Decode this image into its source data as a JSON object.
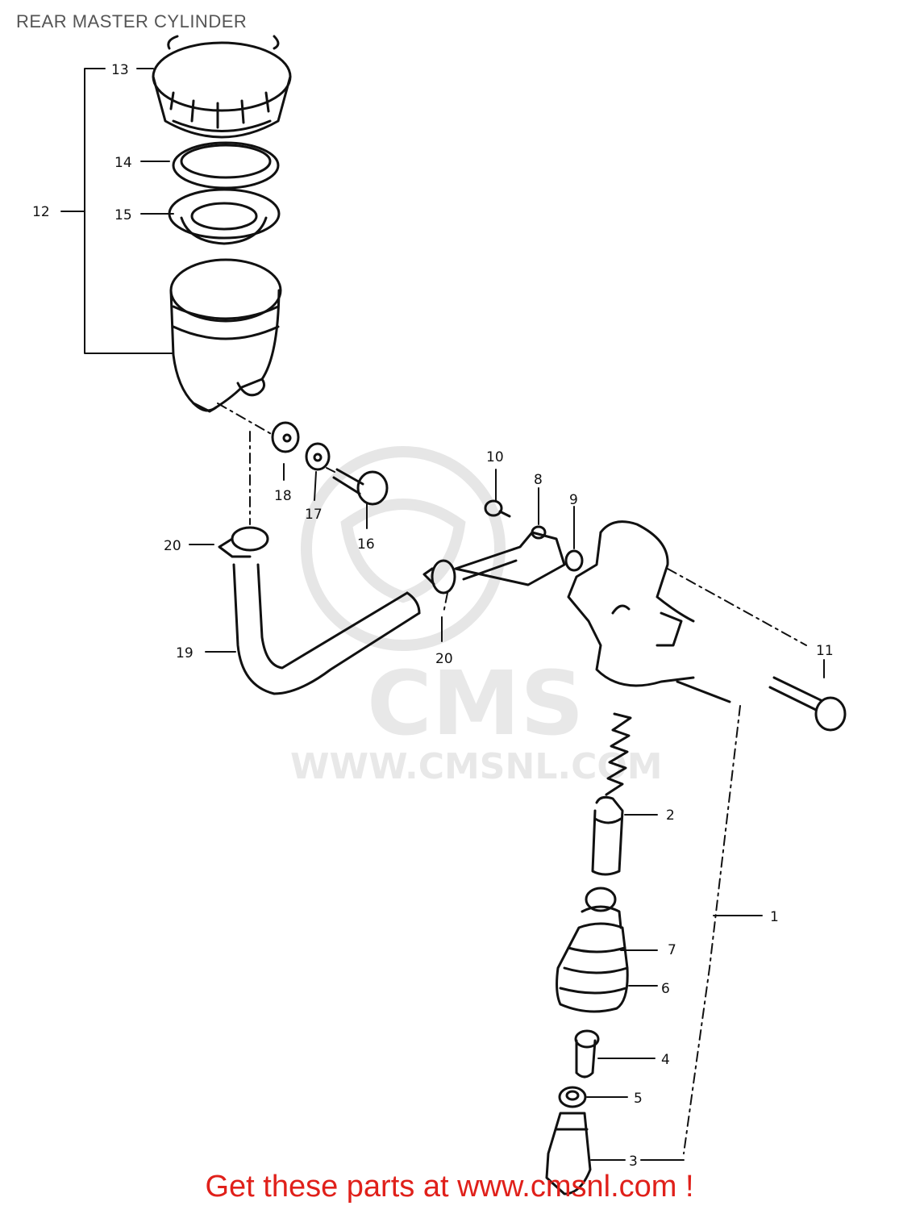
{
  "title": "REAR MASTER CYLINDER",
  "footer": {
    "cta": "Get these parts at www.cmsnl.com !"
  },
  "watermark": {
    "brand": "CMS",
    "url": "WWW.CMSNL.COM"
  },
  "callouts": {
    "c1": "1",
    "c2": "2",
    "c3": "3",
    "c4": "4",
    "c5": "5",
    "c6": "6",
    "c7": "7",
    "c8": "8",
    "c9": "9",
    "c10": "10",
    "c11": "11",
    "c12": "12",
    "c13": "13",
    "c14": "14",
    "c15": "15",
    "c16": "16",
    "c17": "17",
    "c18": "18",
    "c19": "19",
    "c20a": "20",
    "c20b": "20"
  },
  "colors": {
    "line": "#111111",
    "cta": "#e0201a",
    "title": "#555555",
    "watermark": "#e8e8e8"
  }
}
